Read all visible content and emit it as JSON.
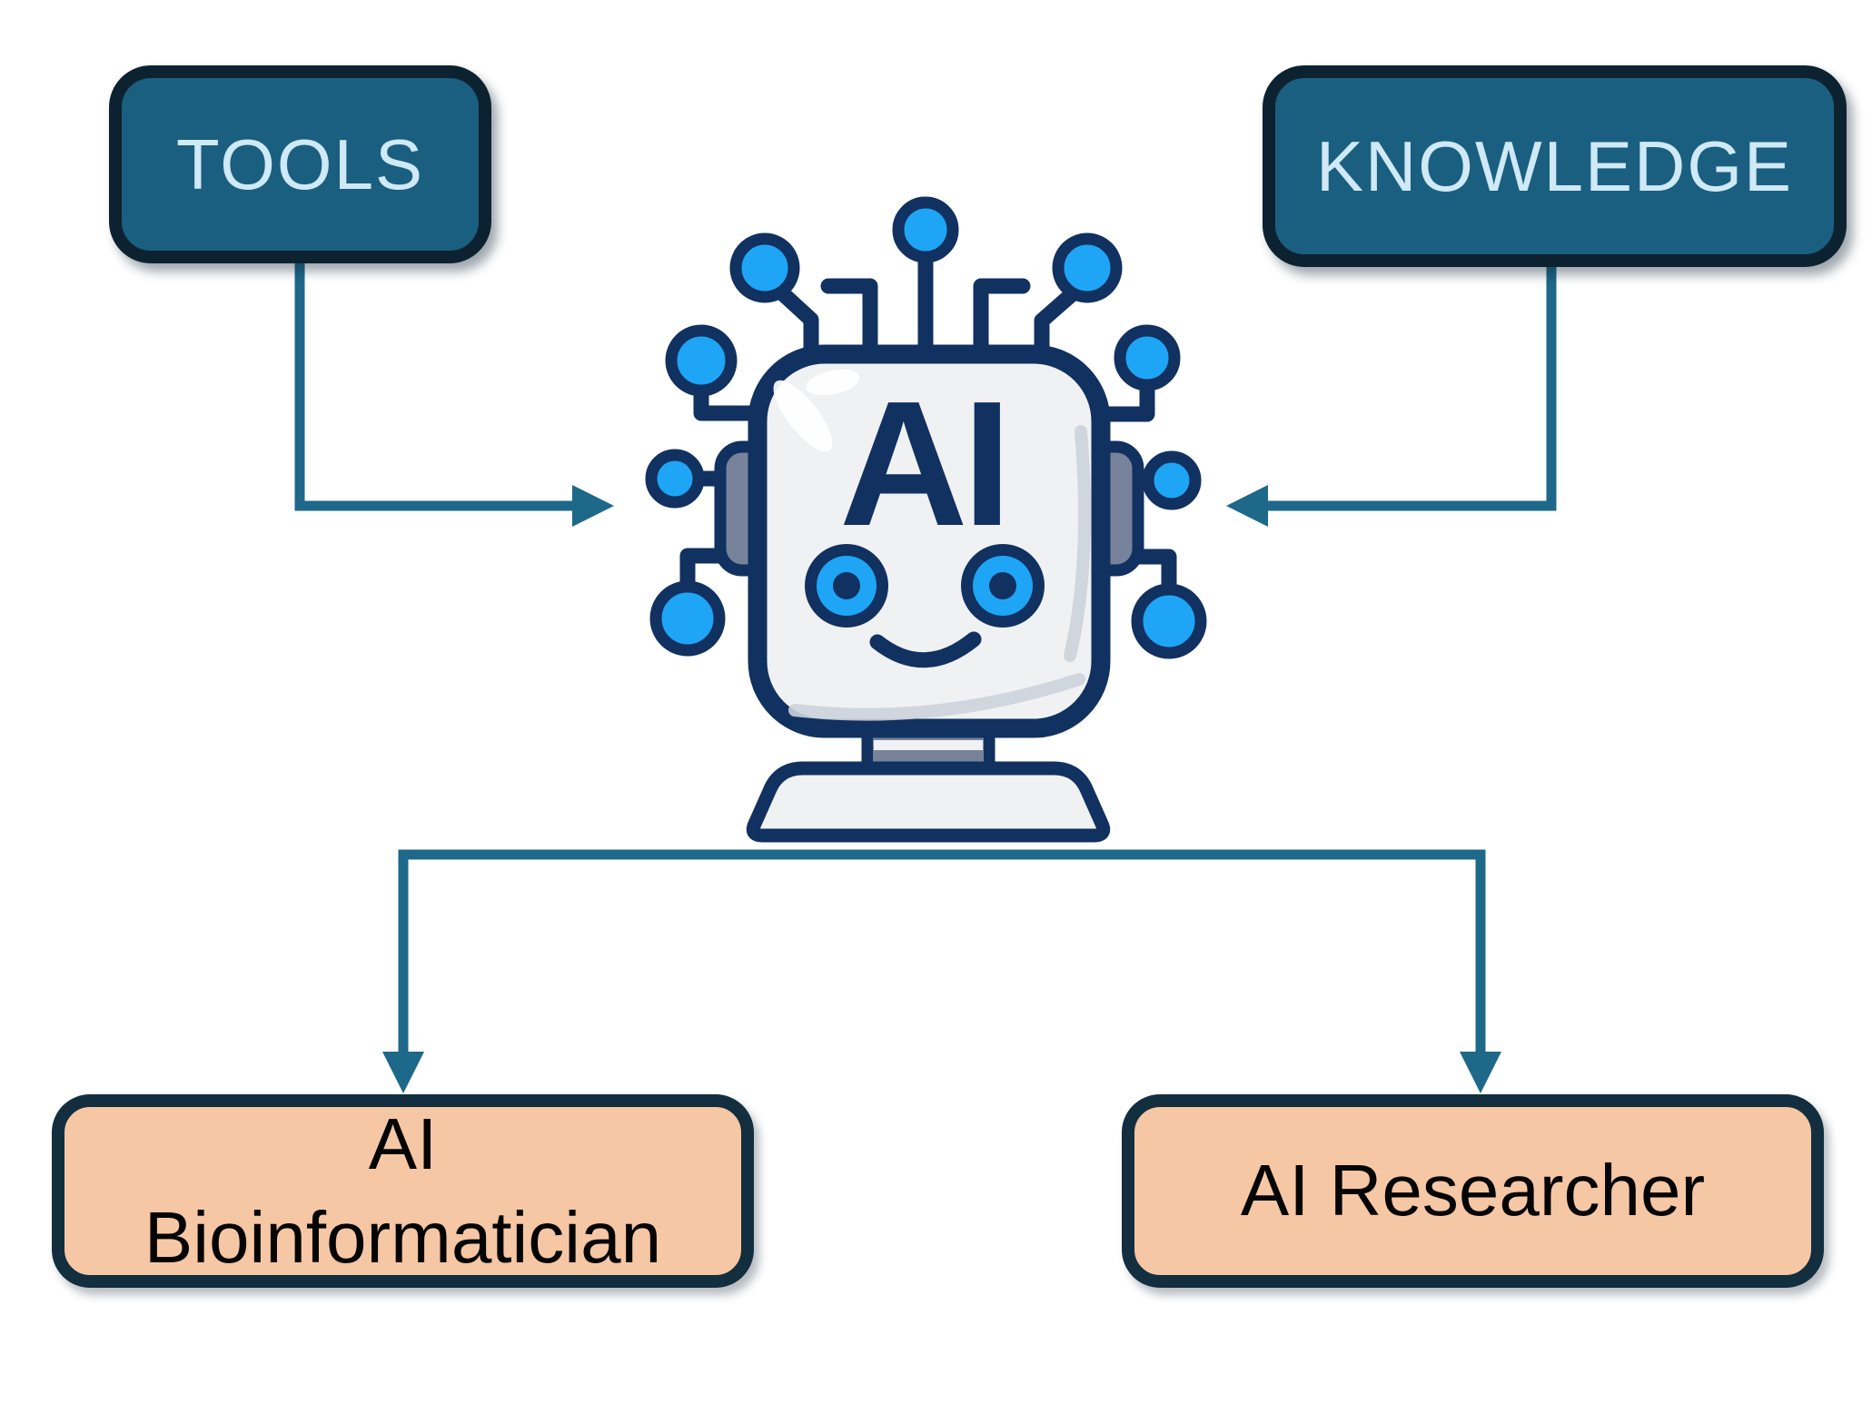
{
  "diagram": {
    "nodes": {
      "tools": {
        "label": "TOOLS"
      },
      "knowledge": {
        "label": "KNOWLEDGE"
      },
      "ai_bioinformatician": {
        "line1": "AI",
        "line2": "Bioinformatician"
      },
      "ai_researcher": {
        "label": "AI Researcher"
      }
    },
    "robot": {
      "face_label": "AI"
    },
    "edges": [
      {
        "from": "TOOLS",
        "to": "AI robot"
      },
      {
        "from": "KNOWLEDGE",
        "to": "AI robot"
      },
      {
        "from": "AI robot",
        "to": "AI Bioinformatician"
      },
      {
        "from": "AI robot",
        "to": "AI Researcher"
      }
    ]
  },
  "colors": {
    "background": "#ffffff",
    "teal_box_fill": "#1a5f80",
    "teal_box_border": "#0d2231",
    "teal_box_text": "#cfe9f6",
    "peach_box_fill": "#f6c7a5",
    "peach_box_border": "#132e3e",
    "peach_box_text": "#050505",
    "connector": "#1e6889",
    "robot_outline": "#113160",
    "robot_blue": "#1ea5f6",
    "robot_face": "#f0f1f2",
    "robot_gray": "#76839a",
    "robot_shadow": "#ccd3da"
  }
}
